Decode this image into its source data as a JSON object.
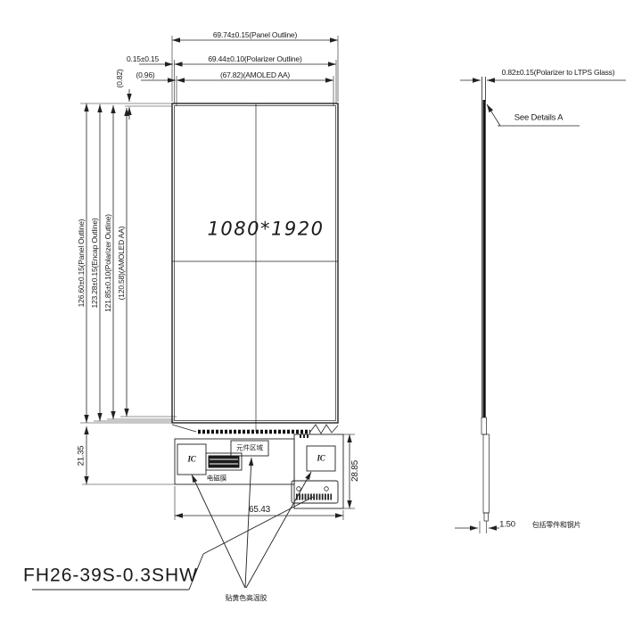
{
  "front_view": {
    "resolution": "1080*1920",
    "top_dims": {
      "panel": "69.74±0.15(Panel Outline)",
      "polarizer": "69.44±0.10(Polarizer Outline)",
      "aa": "(67.82)(AMOLED AA)",
      "edge_offset": "0.15±0.15",
      "aa_offset": "(0.96)"
    },
    "left_dims": {
      "top_offset": "(0.82)",
      "panel": "126.60±0.15(Panel Outline)",
      "encap": "123.28±0.15(Encap Outline)",
      "polarizer": "121.85±0.10(Polarizer Outline)",
      "aa": "(120.58)(AMOLED AA)"
    },
    "bottom": {
      "fpc_offset": "21.35",
      "fpc_width": "65.43",
      "fpc_height": "28.85",
      "ic_left": "IC",
      "ic_right": "IC",
      "component_area": "元件区域",
      "em_film": "电磁膜",
      "connector_part": "FH26-39S-0.3SHW",
      "tape_note": "贴黄色高温胶"
    }
  },
  "side_view": {
    "top_dim": "0.82±0.15(Polarizer to LTPS Glass)",
    "detail_note": "See Details A",
    "thickness": "1.50",
    "thickness_note": "包括零件和钢片"
  },
  "colors": {
    "line": "#222222",
    "ink": "#1a1a1a",
    "fill_dark": "#1b1b1b"
  }
}
